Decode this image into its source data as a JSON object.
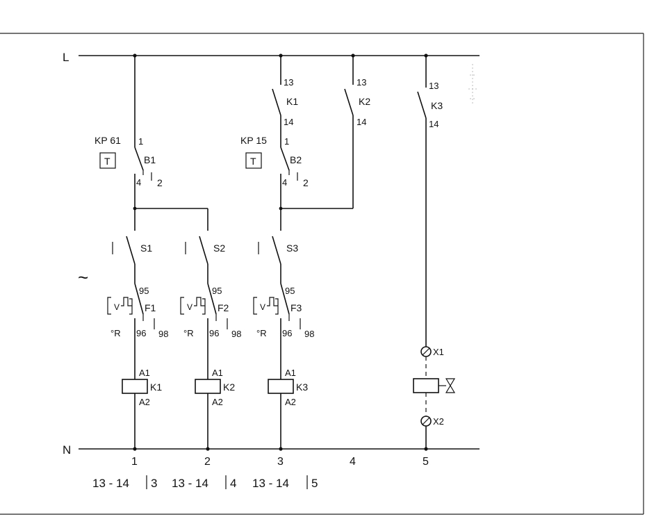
{
  "rails": {
    "live": "L",
    "neutral": "N"
  },
  "columns": [
    "1",
    "2",
    "3",
    "4",
    "5"
  ],
  "pressure_switches": [
    {
      "model": "KP 61",
      "tag": "B1",
      "common": "1",
      "nc": "4",
      "no": "2",
      "symbol": "T"
    },
    {
      "model": "KP 15",
      "tag": "B2",
      "common": "1",
      "nc": "4",
      "no": "2",
      "symbol": "T"
    }
  ],
  "aux_contacts": [
    {
      "tag": "K1",
      "top": "13",
      "bottom": "14"
    },
    {
      "tag": "K2",
      "top": "13",
      "bottom": "14"
    },
    {
      "tag": "K3",
      "top": "13",
      "bottom": "14"
    }
  ],
  "switches": [
    {
      "tag": "S1",
      "mark": "I"
    },
    {
      "tag": "S2",
      "mark": "I"
    },
    {
      "tag": "S3",
      "mark": "I"
    }
  ],
  "overloads": [
    {
      "tag": "F1",
      "top": "95",
      "nc": "96",
      "no": "98",
      "reset": "°R",
      "v": "V"
    },
    {
      "tag": "F2",
      "top": "95",
      "nc": "96",
      "no": "98",
      "reset": "°R",
      "v": "V"
    },
    {
      "tag": "F3",
      "top": "95",
      "nc": "96",
      "no": "98",
      "reset": "°R",
      "v": "V"
    }
  ],
  "coils": [
    {
      "tag": "K1",
      "a1": "A1",
      "a2": "A2"
    },
    {
      "tag": "K2",
      "a1": "A1",
      "a2": "A2"
    },
    {
      "tag": "K3",
      "a1": "A1",
      "a2": "A2"
    }
  ],
  "valve": {
    "x1": "X1",
    "x2": "X2"
  },
  "ac_symbol": "~",
  "cross_ref": {
    "c1": "13 - 14",
    "r1": "3",
    "c2": "13 - 14",
    "r2": "4",
    "c3": "13 - 14",
    "r3": "5"
  }
}
